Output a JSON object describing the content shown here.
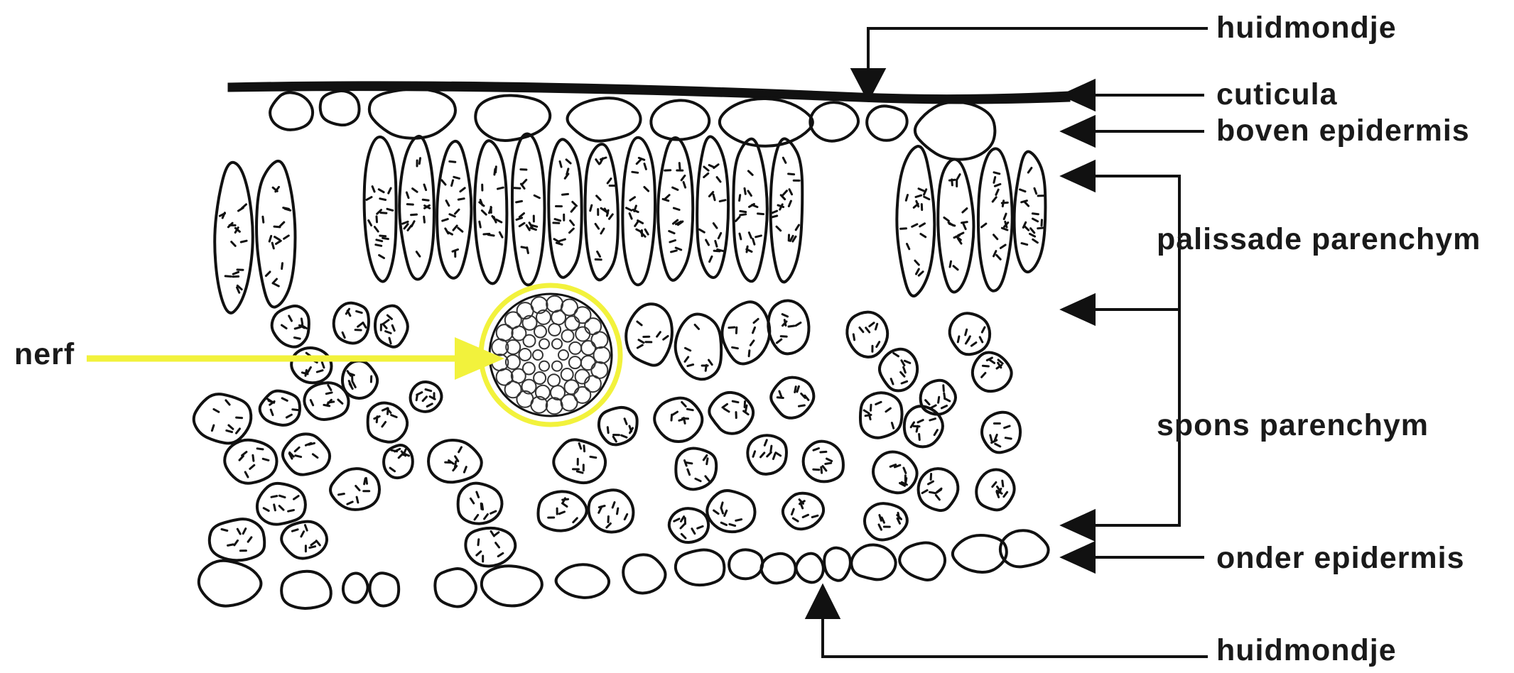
{
  "labels": {
    "stoma_top": "huidmondje",
    "cuticle": "cuticula",
    "upper_epidermis": "boven epidermis",
    "palisade": "palissade parenchym",
    "vein": "nerf",
    "spongy": "spons parenchym",
    "lower_epidermis": "onder epidermis",
    "stoma_bottom": "huidmondje"
  },
  "colors": {
    "ink": "#111111",
    "highlight": "#f2f23c",
    "background": "#ffffff"
  }
}
